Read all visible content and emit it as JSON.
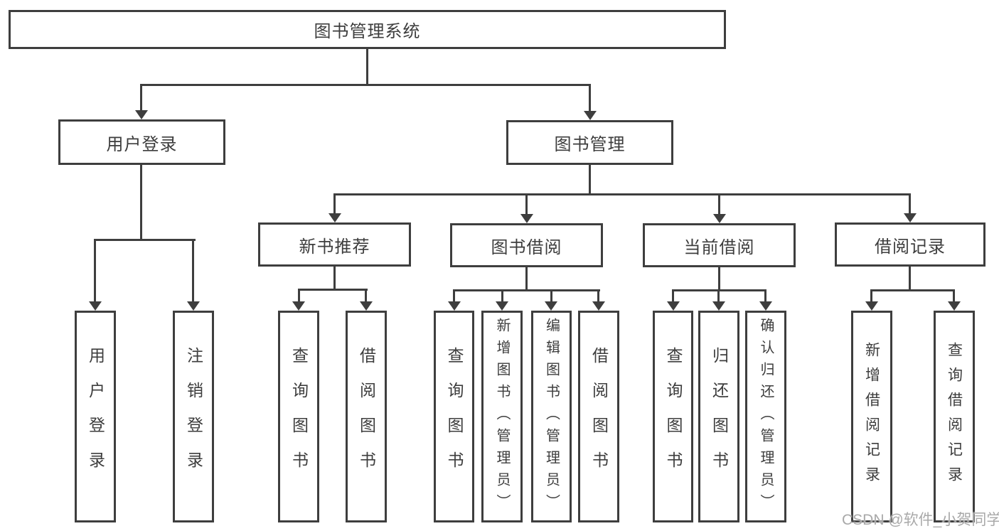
{
  "diagram_title": "图书管理系统",
  "tree": {
    "root": {
      "label": "图书管理系统"
    },
    "branches": [
      {
        "label": "用户登录",
        "children": [
          "用户登录",
          "注销登录"
        ]
      },
      {
        "label": "图书管理",
        "sections": [
          {
            "label": "新书推荐",
            "children": [
              "查询图书",
              "借阅图书"
            ]
          },
          {
            "label": "图书借阅",
            "children": [
              "查询图书",
              "新增图书（管理员）",
              "编辑图书（管理员）",
              "借阅图书"
            ]
          },
          {
            "label": "当前借阅",
            "children": [
              "查询图书",
              "归还图书",
              "确认归还（管理员）"
            ]
          },
          {
            "label": "借阅记录",
            "children": [
              "新增借阅记录",
              "查询借阅记录"
            ]
          }
        ]
      }
    ]
  },
  "watermark": "CSDN @软件_小贺同学",
  "colors": {
    "line": "#3e3e3e",
    "text": "#3d3d3d",
    "background": "#ffffff",
    "watermark": "#a9a9a9"
  }
}
